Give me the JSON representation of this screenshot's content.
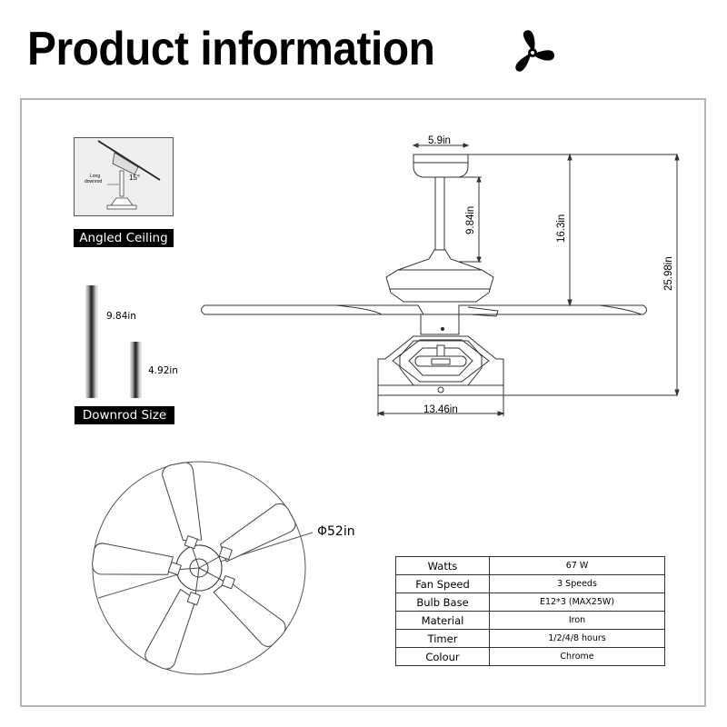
{
  "header": {
    "title": "Product information",
    "icon": "fan-propeller-icon"
  },
  "angled_ceiling": {
    "label": "Angled Ceiling",
    "callout_text_line1": "Long",
    "callout_text_line2": "downrod",
    "angle": "15°"
  },
  "downrod": {
    "label": "Downrod Size",
    "rods": [
      {
        "length": "9.84in"
      },
      {
        "length": "4.92in"
      }
    ]
  },
  "side_view": {
    "dimensions": {
      "canopy_width": "5.9in",
      "downrod_length": "9.84in",
      "ceiling_to_blade": "16.3in",
      "total_height": "25.98in",
      "light_kit_width": "13.46in"
    }
  },
  "bottom_view": {
    "diameter": "Φ52in",
    "blade_count": 5
  },
  "specs": {
    "rows": [
      {
        "key": "Watts",
        "value": "67 W"
      },
      {
        "key": "Fan Speed",
        "value": "3 Speeds"
      },
      {
        "key": "Bulb Base",
        "value": "E12*3  (MAX25W)"
      },
      {
        "key": "Material",
        "value": "Iron"
      },
      {
        "key": "Timer",
        "value": "1/2/4/8 hours"
      },
      {
        "key": "Colour",
        "value": "Chrome"
      }
    ]
  },
  "colors": {
    "frame_border": "#b4b4b4",
    "label_bg": "#000000",
    "label_text": "#ffffff",
    "line": "#333333"
  }
}
